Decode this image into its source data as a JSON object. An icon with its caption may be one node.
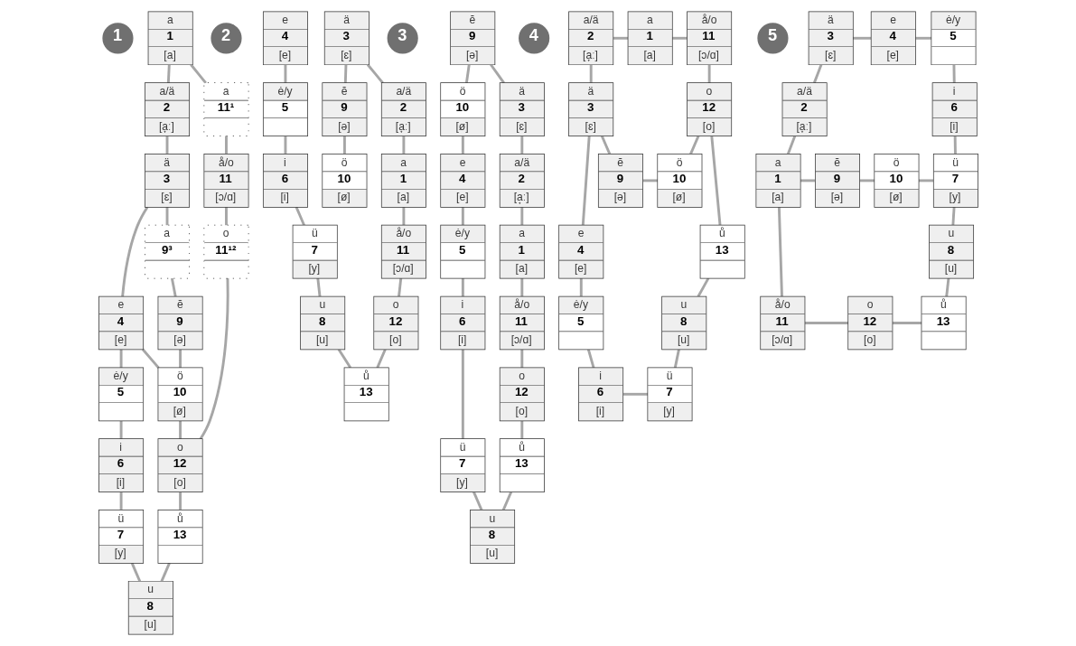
{
  "diagram": {
    "nodes": [
      {
        "text": [
          "1"
        ]
      },
      {
        "text": [
          "a",
          "1",
          "[a]"
        ]
      },
      {
        "text": [
          "a/ä",
          "2",
          "[a̟ː]"
        ]
      },
      {
        "text": [
          "ä",
          "3",
          "[ɛ]"
        ]
      },
      {
        "text": [
          "a",
          "11¹"
        ]
      },
      {
        "text": [
          "å/o",
          "11",
          "[ɔ/ɑ]"
        ]
      },
      {
        "text": [
          "e",
          "4",
          "[e]"
        ]
      },
      {
        "text": [
          "a",
          "9³"
        ]
      },
      {
        "text": [
          "ĕ",
          "9",
          "[ə]"
        ]
      },
      {
        "text": [
          "o",
          "11¹²"
        ]
      },
      {
        "text": [
          "ö",
          "10",
          "[ø]"
        ]
      },
      {
        "text": [
          "ė/y",
          "5"
        ]
      },
      {
        "text": [
          "o",
          "12",
          "[o]"
        ]
      },
      {
        "text": [
          "i",
          "6",
          "[i]"
        ]
      },
      {
        "text": [
          "ü",
          "7",
          "[y]"
        ]
      },
      {
        "text": [
          "ů",
          "13"
        ]
      },
      {
        "text": [
          "u",
          "8",
          "[u]"
        ]
      },
      {
        "text": [
          "2"
        ]
      },
      {
        "text": [
          "e",
          "4",
          "[e]"
        ]
      },
      {
        "text": [
          "ĕ",
          "9",
          "[ə]"
        ]
      },
      {
        "text": [
          "ä",
          "3",
          "[ɛ]"
        ]
      },
      {
        "text": [
          "a/ä",
          "2",
          "[a̟ː]"
        ]
      },
      {
        "text": [
          "ė/y",
          "5"
        ]
      },
      {
        "text": [
          "ö",
          "10",
          "[ø]"
        ]
      },
      {
        "text": [
          "a",
          "1",
          "[a]"
        ]
      },
      {
        "text": [
          "i",
          "6",
          "[i]"
        ]
      },
      {
        "text": [
          "å/o",
          "11",
          "[ɔ/ɑ]"
        ]
      },
      {
        "text": [
          "ü",
          "7",
          "[y]"
        ]
      },
      {
        "text": [
          "u",
          "8",
          "[u]"
        ]
      },
      {
        "text": [
          "ů",
          "13"
        ]
      },
      {
        "text": [
          "o",
          "12",
          "[o]"
        ]
      },
      {
        "text": [
          "3"
        ]
      },
      {
        "text": [
          "ĕ",
          "9",
          "[ə]"
        ]
      },
      {
        "text": [
          "ö",
          "10",
          "[ø]"
        ]
      },
      {
        "text": [
          "ä",
          "3",
          "[ɛ]"
        ]
      },
      {
        "text": [
          "a/ä",
          "2",
          "[a̟ː]"
        ]
      },
      {
        "text": [
          "e",
          "4",
          "[e]"
        ]
      },
      {
        "text": [
          "a",
          "1",
          "[a]"
        ]
      },
      {
        "text": [
          "ė/y",
          "5"
        ]
      },
      {
        "text": [
          "å/o",
          "11",
          "[ɔ/ɑ]"
        ]
      },
      {
        "text": [
          "i",
          "6",
          "[i]"
        ]
      },
      {
        "text": [
          "o",
          "12",
          "[o]"
        ]
      },
      {
        "text": [
          "ü",
          "7",
          "[y]"
        ]
      },
      {
        "text": [
          "ů",
          "13"
        ]
      },
      {
        "text": [
          "u",
          "8",
          "[u]"
        ]
      },
      {
        "text": [
          "4"
        ]
      },
      {
        "text": [
          "a",
          "1",
          "[a]"
        ]
      },
      {
        "text": [
          "a/ä",
          "2",
          "[a̟ː]"
        ]
      },
      {
        "text": [
          "å/o",
          "11",
          "[ɔ/ɑ]"
        ]
      },
      {
        "text": [
          "ä",
          "3",
          "[ɛ]"
        ]
      },
      {
        "text": [
          "o",
          "12",
          "[o]"
        ]
      },
      {
        "text": [
          "ĕ",
          "9",
          "[ə]"
        ]
      },
      {
        "text": [
          "ö",
          "10",
          "[ø]"
        ]
      },
      {
        "text": [
          "e",
          "4",
          "[e]"
        ]
      },
      {
        "text": [
          "ů",
          "13"
        ]
      },
      {
        "text": [
          "ė/y",
          "5"
        ]
      },
      {
        "text": [
          "u",
          "8",
          "[u]"
        ]
      },
      {
        "text": [
          "i",
          "6",
          "[i]"
        ]
      },
      {
        "text": [
          "ü",
          "7",
          "[y]"
        ]
      },
      {
        "text": [
          "5"
        ]
      },
      {
        "text": [
          "e",
          "4",
          "[e]"
        ]
      },
      {
        "text": [
          "ä",
          "3",
          "[ɛ]"
        ]
      },
      {
        "text": [
          "ė/y",
          "5"
        ]
      },
      {
        "text": [
          "a/ä",
          "2",
          "[a̟ː]"
        ]
      },
      {
        "text": [
          "i",
          "6",
          "[i]"
        ]
      },
      {
        "text": [
          "a",
          "1",
          "[a]"
        ]
      },
      {
        "text": [
          "ĕ",
          "9",
          "[ə]"
        ]
      },
      {
        "text": [
          "ö",
          "10",
          "[ø]"
        ]
      },
      {
        "text": [
          "ü",
          "7",
          "[y]"
        ]
      },
      {
        "text": [
          "u",
          "8",
          "[u]"
        ]
      },
      {
        "text": [
          "å/o",
          "11",
          "[ɔ/ɑ]"
        ]
      },
      {
        "text": [
          "o",
          "12",
          "[o]"
        ]
      },
      {
        "text": [
          "ů",
          "13"
        ]
      }
    ],
    "edges": [
      {
        "from": 1,
        "to": 2,
        "arrow": "none"
      },
      {
        "from": 2,
        "to": 3,
        "arrow": "none"
      },
      {
        "from": 3,
        "to": 6,
        "arrow": "none"
      },
      {
        "from": 6,
        "to": 11,
        "arrow": "none"
      },
      {
        "from": 11,
        "to": 13,
        "arrow": "none"
      },
      {
        "from": 13,
        "to": 14,
        "arrow": "none"
      },
      {
        "from": 14,
        "to": 16,
        "arrow": "none"
      },
      {
        "from": 1,
        "to": 4,
        "arrow": "none"
      },
      {
        "from": 4,
        "to": 5,
        "arrow": "none"
      },
      {
        "from": 5,
        "to": 9,
        "arrow": "none"
      },
      {
        "from": 9,
        "to": 12,
        "arrow": "none"
      },
      {
        "from": 12,
        "to": 15,
        "arrow": "none"
      },
      {
        "from": 15,
        "to": 16,
        "arrow": "none"
      },
      {
        "from": 3,
        "to": 7,
        "arrow": "none"
      },
      {
        "from": 7,
        "to": 8,
        "arrow": "none"
      },
      {
        "from": 8,
        "to": 10,
        "arrow": "none"
      },
      {
        "from": 6,
        "to": 10,
        "arrow": "none"
      },
      {
        "from": 10,
        "to": 12,
        "arrow": "none"
      },
      {
        "from": 18,
        "to": 22,
        "arrow": "none"
      },
      {
        "from": 22,
        "to": 25,
        "arrow": "none"
      },
      {
        "from": 25,
        "to": 27,
        "arrow": "none"
      },
      {
        "from": 27,
        "to": 28,
        "arrow": "none"
      },
      {
        "from": 28,
        "to": 29,
        "arrow": "none"
      },
      {
        "from": 30,
        "to": 29,
        "arrow": "none"
      },
      {
        "from": 26,
        "to": 30,
        "arrow": "none"
      },
      {
        "from": 24,
        "to": 26,
        "arrow": "none"
      },
      {
        "from": 21,
        "to": 24,
        "arrow": "none"
      },
      {
        "from": 20,
        "to": 21,
        "arrow": "none"
      },
      {
        "from": 20,
        "to": 19,
        "arrow": "none"
      },
      {
        "from": 19,
        "to": 23,
        "arrow": "none"
      },
      {
        "from": 32,
        "to": 34,
        "arrow": "none"
      },
      {
        "from": 34,
        "to": 35,
        "arrow": "none"
      },
      {
        "from": 35,
        "to": 37,
        "arrow": "none"
      },
      {
        "from": 37,
        "to": 39,
        "arrow": "none"
      },
      {
        "from": 39,
        "to": 41,
        "arrow": "none"
      },
      {
        "from": 41,
        "to": 43,
        "arrow": "none"
      },
      {
        "from": 43,
        "to": 44,
        "arrow": "none"
      },
      {
        "from": 32,
        "to": 33,
        "arrow": "none"
      },
      {
        "from": 33,
        "to": 36,
        "arrow": "none"
      },
      {
        "from": 36,
        "to": 38,
        "arrow": "none"
      },
      {
        "from": 38,
        "to": 40,
        "arrow": "none"
      },
      {
        "from": 40,
        "to": 42,
        "arrow": "none"
      },
      {
        "from": 42,
        "to": 44,
        "arrow": "none"
      },
      {
        "from": 47,
        "to": 46,
        "arrow": "none"
      },
      {
        "from": 46,
        "to": 48,
        "arrow": "none"
      },
      {
        "from": 47,
        "to": 49,
        "arrow": "none"
      },
      {
        "from": 49,
        "to": 53,
        "arrow": "none"
      },
      {
        "from": 49,
        "to": 51,
        "arrow": "none"
      },
      {
        "from": 51,
        "to": 52,
        "arrow": "none"
      },
      {
        "from": 50,
        "to": 52,
        "arrow": "none"
      },
      {
        "from": 48,
        "to": 50,
        "arrow": "none"
      },
      {
        "from": 50,
        "to": 54,
        "arrow": "none"
      },
      {
        "from": 53,
        "to": 55,
        "arrow": "none"
      },
      {
        "from": 54,
        "to": 56,
        "arrow": "none"
      },
      {
        "from": 55,
        "to": 57,
        "arrow": "none"
      },
      {
        "from": 56,
        "to": 58,
        "arrow": "none"
      },
      {
        "from": 57,
        "to": 58,
        "arrow": "none"
      },
      {
        "from": 61,
        "to": 63,
        "arrow": "none"
      },
      {
        "from": 61,
        "to": 60,
        "arrow": "none"
      },
      {
        "from": 60,
        "to": 62,
        "arrow": "none"
      },
      {
        "from": 62,
        "to": 64,
        "arrow": "none"
      },
      {
        "from": 64,
        "to": 68,
        "arrow": "none"
      },
      {
        "from": 68,
        "to": 69,
        "arrow": "none"
      },
      {
        "from": 69,
        "to": 72,
        "arrow": "none"
      },
      {
        "from": 71,
        "to": 72,
        "arrow": "none"
      },
      {
        "from": 70,
        "to": 71,
        "arrow": "none"
      },
      {
        "from": 65,
        "to": 70,
        "arrow": "none"
      },
      {
        "from": 63,
        "to": 65,
        "arrow": "none"
      },
      {
        "from": 65,
        "to": 66,
        "arrow": "none"
      },
      {
        "from": 66,
        "to": 67,
        "arrow": "none"
      },
      {
        "from": 67,
        "to": 68,
        "arrow": "none"
      }
    ]
  }
}
